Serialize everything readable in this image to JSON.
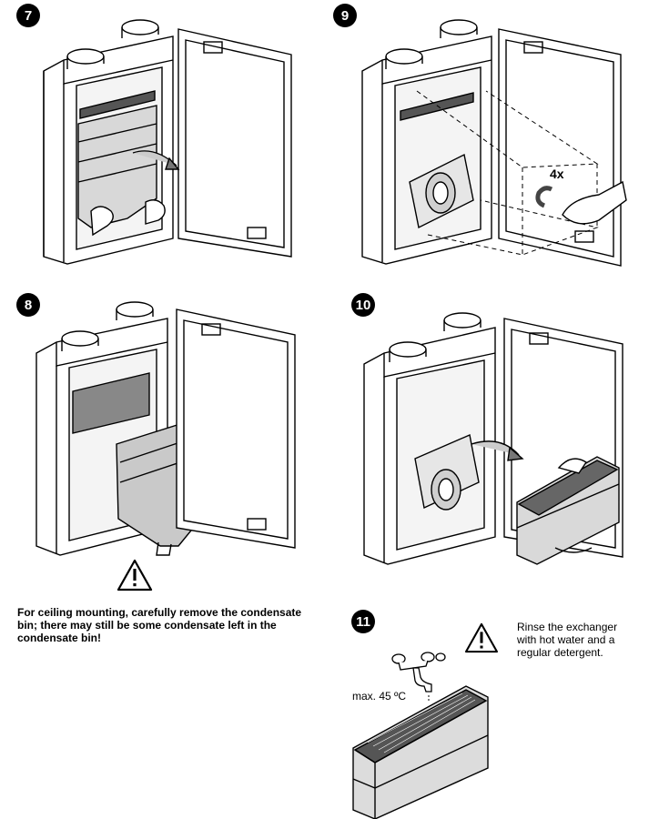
{
  "steps": [
    {
      "number": "7"
    },
    {
      "number": "9",
      "count_label": "4x"
    },
    {
      "number": "8"
    },
    {
      "number": "10"
    },
    {
      "number": "11"
    }
  ],
  "warning_ceiling": "For ceiling mounting, carefully remove the condensate bin; there may still be some condensate left in the condensate bin!",
  "rinse_text": "Rinse the exchanger with hot water and a regular detergent.",
  "temp_label": "max. 45 ºC",
  "icons": [
    "warning-icon",
    "faucet-icon",
    "heat-exchanger-block",
    "ventilation-unit",
    "hand-icon",
    "arrow-icon"
  ]
}
